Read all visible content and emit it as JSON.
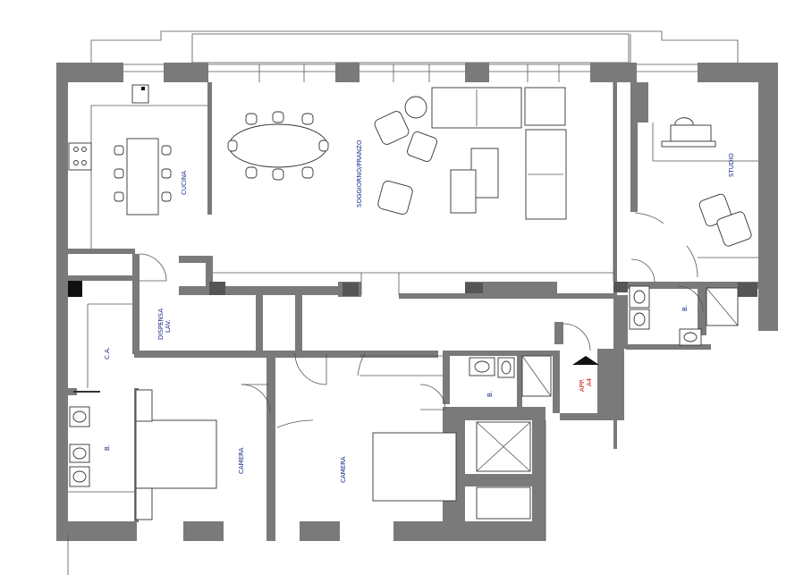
{
  "rooms": {
    "cucina": "CUCINA",
    "soggiorno": "SOGGIORNO/PRANZO",
    "studio": "STUDIO",
    "dispensa_line1": "DISPENSA",
    "dispensa_line2": "LAV.",
    "ca": "C.A.",
    "bagno_left": "B.",
    "bagno_center": "B.",
    "bagno_right": "B.",
    "camera_left": "CAMERA",
    "camera_center": "CAMERA",
    "app_line1": "APP.",
    "app_line2": "A4"
  },
  "colors": {
    "wall": "#7a7a7a",
    "label": "#1a2a8c",
    "label_red": "#d01010"
  }
}
